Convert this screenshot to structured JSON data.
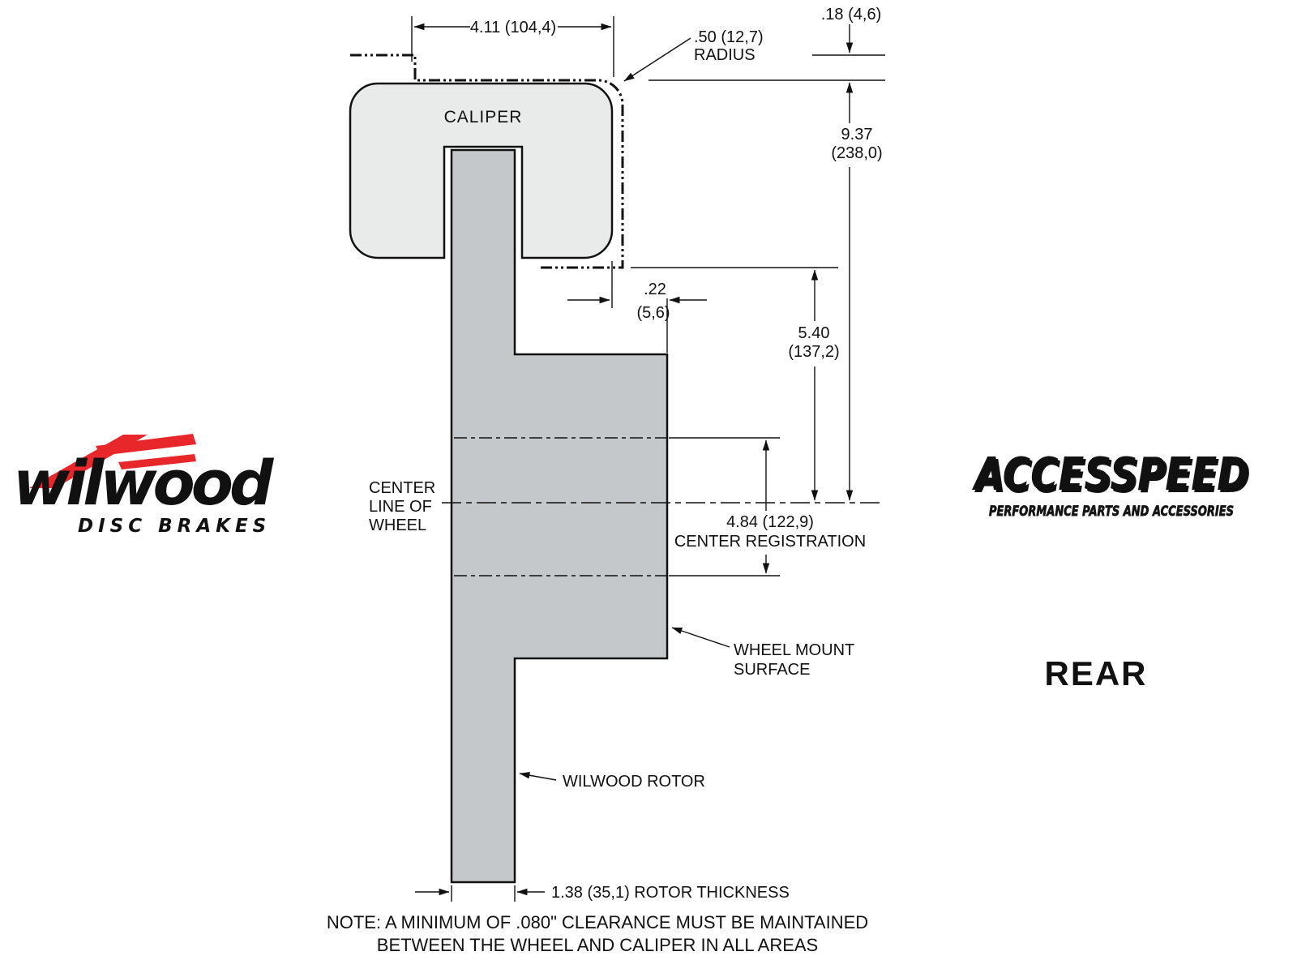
{
  "diagram": {
    "caliper_label": "CALIPER",
    "dim_411": "4.11 (104,4)",
    "radius_l1": ".50 (12,7)",
    "radius_l2": "RADIUS",
    "dim_18": ".18 (4,6)",
    "dim_937_l1": "9.37",
    "dim_937_l2": "(238,0)",
    "dim_22_l1": ".22",
    "dim_22_l2": "(5,6)",
    "dim_540_l1": "5.40",
    "dim_540_l2": "(137,2)",
    "centerline_l1": "CENTER",
    "centerline_l2": "LINE OF",
    "centerline_l3": "WHEEL",
    "dim_484": "4.84 (122,9)",
    "dim_484_label": "CENTER REGISTRATION",
    "wheel_mount_l1": "WHEEL MOUNT",
    "wheel_mount_l2": "SURFACE",
    "rotor_label": "WILWOOD ROTOR",
    "rotor_thickness": "1.38 (35,1) ROTOR THICKNESS",
    "note_l1": "NOTE: A MINIMUM OF .080\" CLEARANCE MUST BE MAINTAINED",
    "note_l2": "BETWEEN THE WHEEL AND CALIPER IN ALL AREAS"
  },
  "branding": {
    "wilwood_name": "wilwood",
    "wilwood_sub": "DISC BRAKES",
    "accesspeed_name": "ACCESSPEED",
    "accesspeed_sub": "PERFORMANCE PARTS AND ACCESSORIES",
    "position_label": "REAR"
  },
  "colors": {
    "wilwood_red": "#e8272b",
    "line": "#111111",
    "caliper_fill": "#e9eaea",
    "rotor_fill": "#c5c8ca"
  }
}
